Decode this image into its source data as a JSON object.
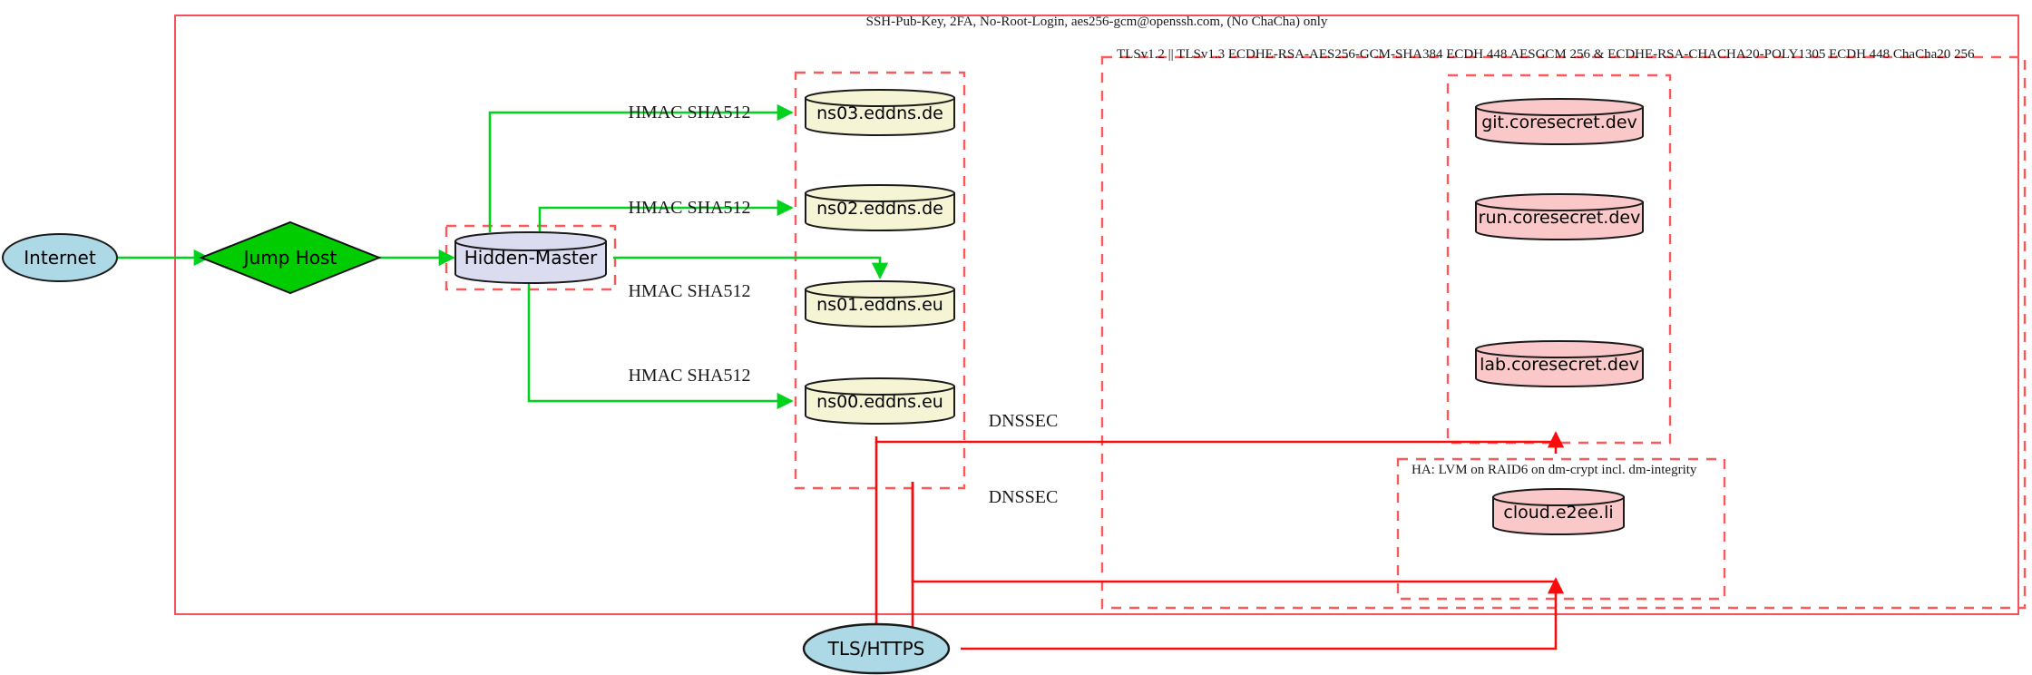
{
  "diagram": {
    "type": "network-architecture",
    "title_banner": "SSH-Pub-Key, 2FA, No-Root-Login, aes256-gcm@openssh.com, (No ChaCha) only",
    "tls_banner": "TLSv1.2 || TLSv1.3 ECDHE-RSA-AES256-GCM-SHA384 ECDH 448 AESGCM 256 & ECDHE-RSA-CHACHA20-POLY1305 ECDH 448 ChaCha20 256",
    "ha_banner": "HA: LVM on RAID6 on dm-crypt incl. dm-integrity"
  },
  "nodes": {
    "internet": {
      "label": "Internet",
      "shape": "ellipse",
      "color": "#add8e6"
    },
    "jump_host": {
      "label": "Jump Host",
      "shape": "diamond",
      "color": "#00cc00"
    },
    "hidden_master": {
      "label": "Hidden-Master",
      "shape": "cylinder",
      "color": "#dcdcf0"
    },
    "tls_https": {
      "label": "TLS/HTTPS",
      "shape": "ellipse",
      "color": "#add8e6"
    }
  },
  "dns_servers": [
    {
      "label": "ns03.eddns.de",
      "shape": "cylinder",
      "color": "#f5f5d5"
    },
    {
      "label": "ns02.eddns.de",
      "shape": "cylinder",
      "color": "#f5f5d5"
    },
    {
      "label": "ns01.eddns.eu",
      "shape": "cylinder",
      "color": "#f5f5d5"
    },
    {
      "label": "ns00.eddns.eu",
      "shape": "cylinder",
      "color": "#f5f5d5"
    }
  ],
  "services": [
    {
      "label": "git.coresecret.dev",
      "shape": "cylinder",
      "color": "#fac8c8"
    },
    {
      "label": "run.coresecret.dev",
      "shape": "cylinder",
      "color": "#fac8c8"
    },
    {
      "label": "lab.coresecret.dev",
      "shape": "cylinder",
      "color": "#fac8c8"
    },
    {
      "label": "cloud.e2ee.li",
      "shape": "cylinder",
      "color": "#fac8c8"
    }
  ],
  "edge_labels": {
    "hmac": [
      "HMAC SHA512",
      "HMAC SHA512",
      "HMAC SHA512",
      "HMAC SHA512"
    ],
    "dnssec": [
      "DNSSEC",
      "DNSSEC"
    ]
  },
  "colors": {
    "green_edge": "#00d21e",
    "red_edge": "#fb0b0b",
    "red_boundary": "#f4505a",
    "red_dashed": "#fa5a5a"
  }
}
